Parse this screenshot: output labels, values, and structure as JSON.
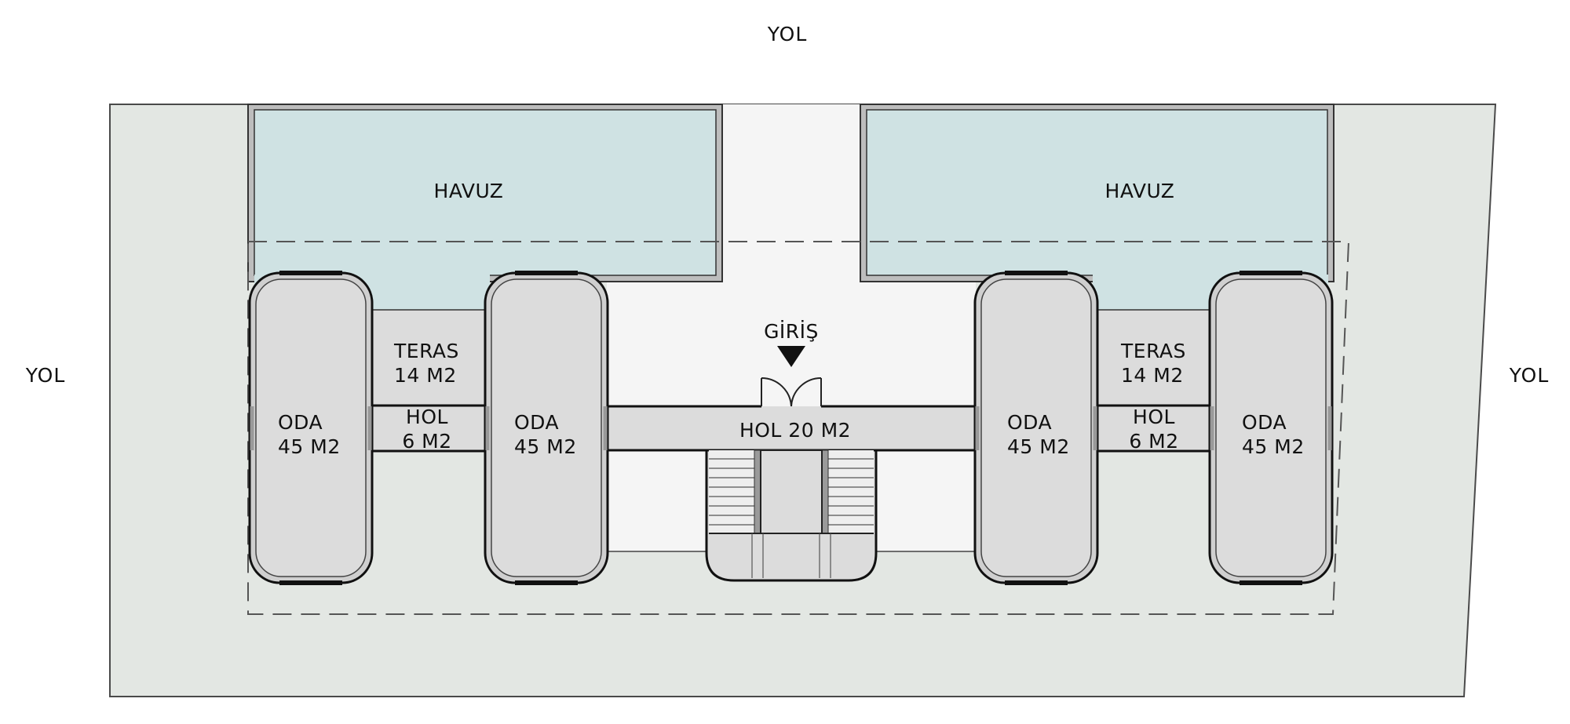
{
  "roads": {
    "top": "YOL",
    "left": "YOL",
    "right": "YOL"
  },
  "pools": {
    "left": "HAVUZ",
    "right": "HAVUZ"
  },
  "entrance": {
    "label": "GİRİŞ"
  },
  "central_hall": {
    "label": "HOL 20 M2"
  },
  "left_unit": {
    "room_a": {
      "name": "ODA",
      "area": "45 M2"
    },
    "terrace": {
      "name": "TERAS",
      "area": "14 M2"
    },
    "hall": {
      "name": "HOL",
      "area": "6 M2"
    },
    "room_b": {
      "name": "ODA",
      "area": "45 M2"
    }
  },
  "right_unit": {
    "room_a": {
      "name": "ODA",
      "area": "45 M2"
    },
    "terrace": {
      "name": "TERAS",
      "area": "14 M2"
    },
    "hall": {
      "name": "HOL",
      "area": "6 M2"
    },
    "room_b": {
      "name": "ODA",
      "area": "45 M2"
    }
  },
  "colors": {
    "site": "#e3e7e3",
    "pool": "#cfe2e3",
    "courtyard": "#f5f5f5",
    "room": "#dcdcdc",
    "line": "#1a1a1a"
  }
}
